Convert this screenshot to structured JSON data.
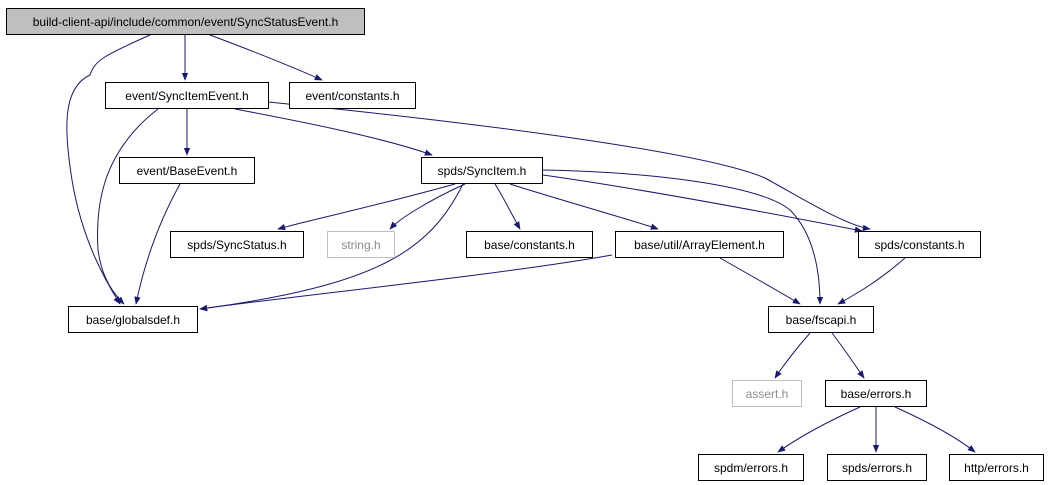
{
  "diagram": {
    "edge_color": "#191970",
    "nodes": [
      {
        "id": "root",
        "label": "build-client-api/include/common/event/SyncStatusEvent.h",
        "style": "root"
      },
      {
        "id": "syncitemevent",
        "label": "event/SyncItemEvent.h",
        "style": "normal"
      },
      {
        "id": "event_constants",
        "label": "event/constants.h",
        "style": "normal"
      },
      {
        "id": "baseevent",
        "label": "event/BaseEvent.h",
        "style": "normal"
      },
      {
        "id": "spds_syncitem",
        "label": "spds/SyncItem.h",
        "style": "normal"
      },
      {
        "id": "spds_syncstatus",
        "label": "spds/SyncStatus.h",
        "style": "normal"
      },
      {
        "id": "string",
        "label": "string.h",
        "style": "ghost"
      },
      {
        "id": "base_constants",
        "label": "base/constants.h",
        "style": "normal"
      },
      {
        "id": "arrayelement",
        "label": "base/util/ArrayElement.h",
        "style": "normal"
      },
      {
        "id": "spds_constants",
        "label": "spds/constants.h",
        "style": "normal"
      },
      {
        "id": "globalsdef",
        "label": "base/globalsdef.h",
        "style": "normal"
      },
      {
        "id": "fscapi",
        "label": "base/fscapi.h",
        "style": "normal"
      },
      {
        "id": "assert",
        "label": "assert.h",
        "style": "ghost"
      },
      {
        "id": "base_errors",
        "label": "base/errors.h",
        "style": "normal"
      },
      {
        "id": "spdm_errors",
        "label": "spdm/errors.h",
        "style": "normal"
      },
      {
        "id": "spds_errors",
        "label": "spds/errors.h",
        "style": "normal"
      },
      {
        "id": "http_errors",
        "label": "http/errors.h",
        "style": "normal"
      }
    ],
    "edges": [
      {
        "from": "root",
        "to": "syncitemevent"
      },
      {
        "from": "root",
        "to": "event_constants"
      },
      {
        "from": "root",
        "to": "globalsdef"
      },
      {
        "from": "syncitemevent",
        "to": "baseevent"
      },
      {
        "from": "syncitemevent",
        "to": "spds_syncitem"
      },
      {
        "from": "syncitemevent",
        "to": "globalsdef"
      },
      {
        "from": "syncitemevent",
        "to": "spds_constants"
      },
      {
        "from": "baseevent",
        "to": "globalsdef"
      },
      {
        "from": "spds_syncitem",
        "to": "spds_syncstatus"
      },
      {
        "from": "spds_syncitem",
        "to": "string"
      },
      {
        "from": "spds_syncitem",
        "to": "base_constants"
      },
      {
        "from": "spds_syncitem",
        "to": "arrayelement"
      },
      {
        "from": "spds_syncitem",
        "to": "spds_constants"
      },
      {
        "from": "spds_syncitem",
        "to": "globalsdef"
      },
      {
        "from": "spds_syncitem",
        "to": "fscapi"
      },
      {
        "from": "arrayelement",
        "to": "globalsdef"
      },
      {
        "from": "arrayelement",
        "to": "fscapi"
      },
      {
        "from": "spds_constants",
        "to": "fscapi"
      },
      {
        "from": "fscapi",
        "to": "assert"
      },
      {
        "from": "fscapi",
        "to": "base_errors"
      },
      {
        "from": "base_errors",
        "to": "spdm_errors"
      },
      {
        "from": "base_errors",
        "to": "spds_errors"
      },
      {
        "from": "base_errors",
        "to": "http_errors"
      }
    ]
  }
}
